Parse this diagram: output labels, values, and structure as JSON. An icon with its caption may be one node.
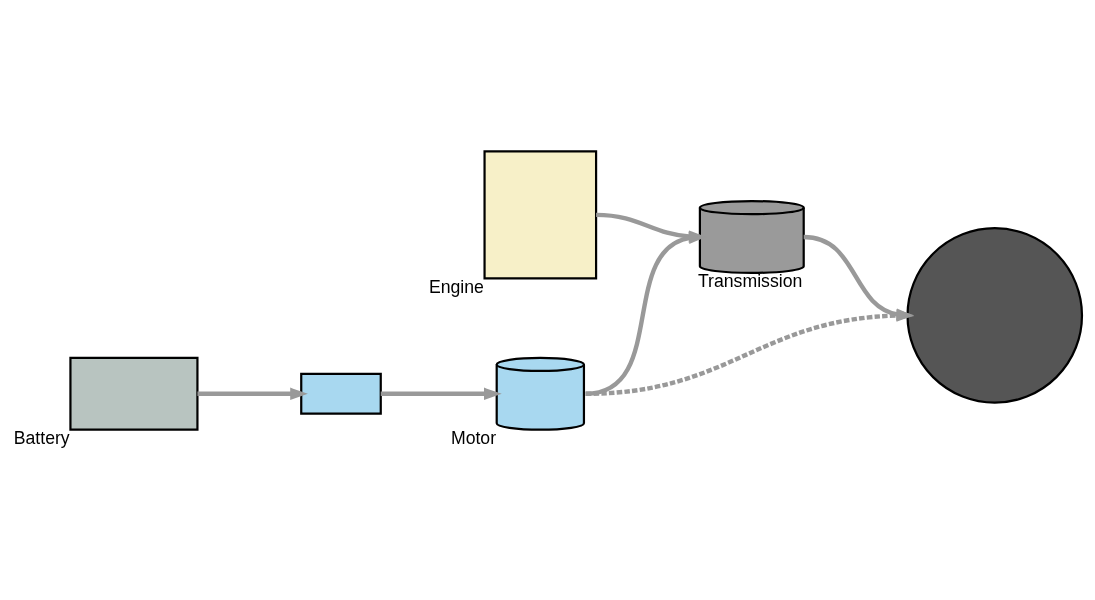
{
  "diagram": {
    "nodes": [
      {
        "text": [],
        "shape": "box",
        "beside": [
          "Engine"
        ]
      },
      {
        "text": [],
        "shape": "cylinder",
        "beside": [
          "Motor"
        ]
      },
      {
        "text": [],
        "shape": "box"
      },
      {
        "text": [],
        "shape": "box",
        "beside": [
          "Battery"
        ]
      },
      {
        "text": [],
        "shape": "cylinder",
        "beside": [
          "Transmission"
        ]
      },
      {
        "text": [],
        "shape": "circle"
      }
    ],
    "edges": [
      {
        "from": 3,
        "to": 2,
        "arrow": "to"
      },
      {
        "from": 2,
        "to": 1,
        "arrow": "to"
      },
      {
        "from": 1,
        "to": 4,
        "arrow": "to"
      },
      {
        "from": 0,
        "to": 4,
        "arrow": "to"
      },
      {
        "from": 4,
        "to": 5,
        "arrow": "to"
      },
      {
        "from": 1,
        "to": 5,
        "arrow": "to",
        "style": "dashed"
      }
    ]
  }
}
